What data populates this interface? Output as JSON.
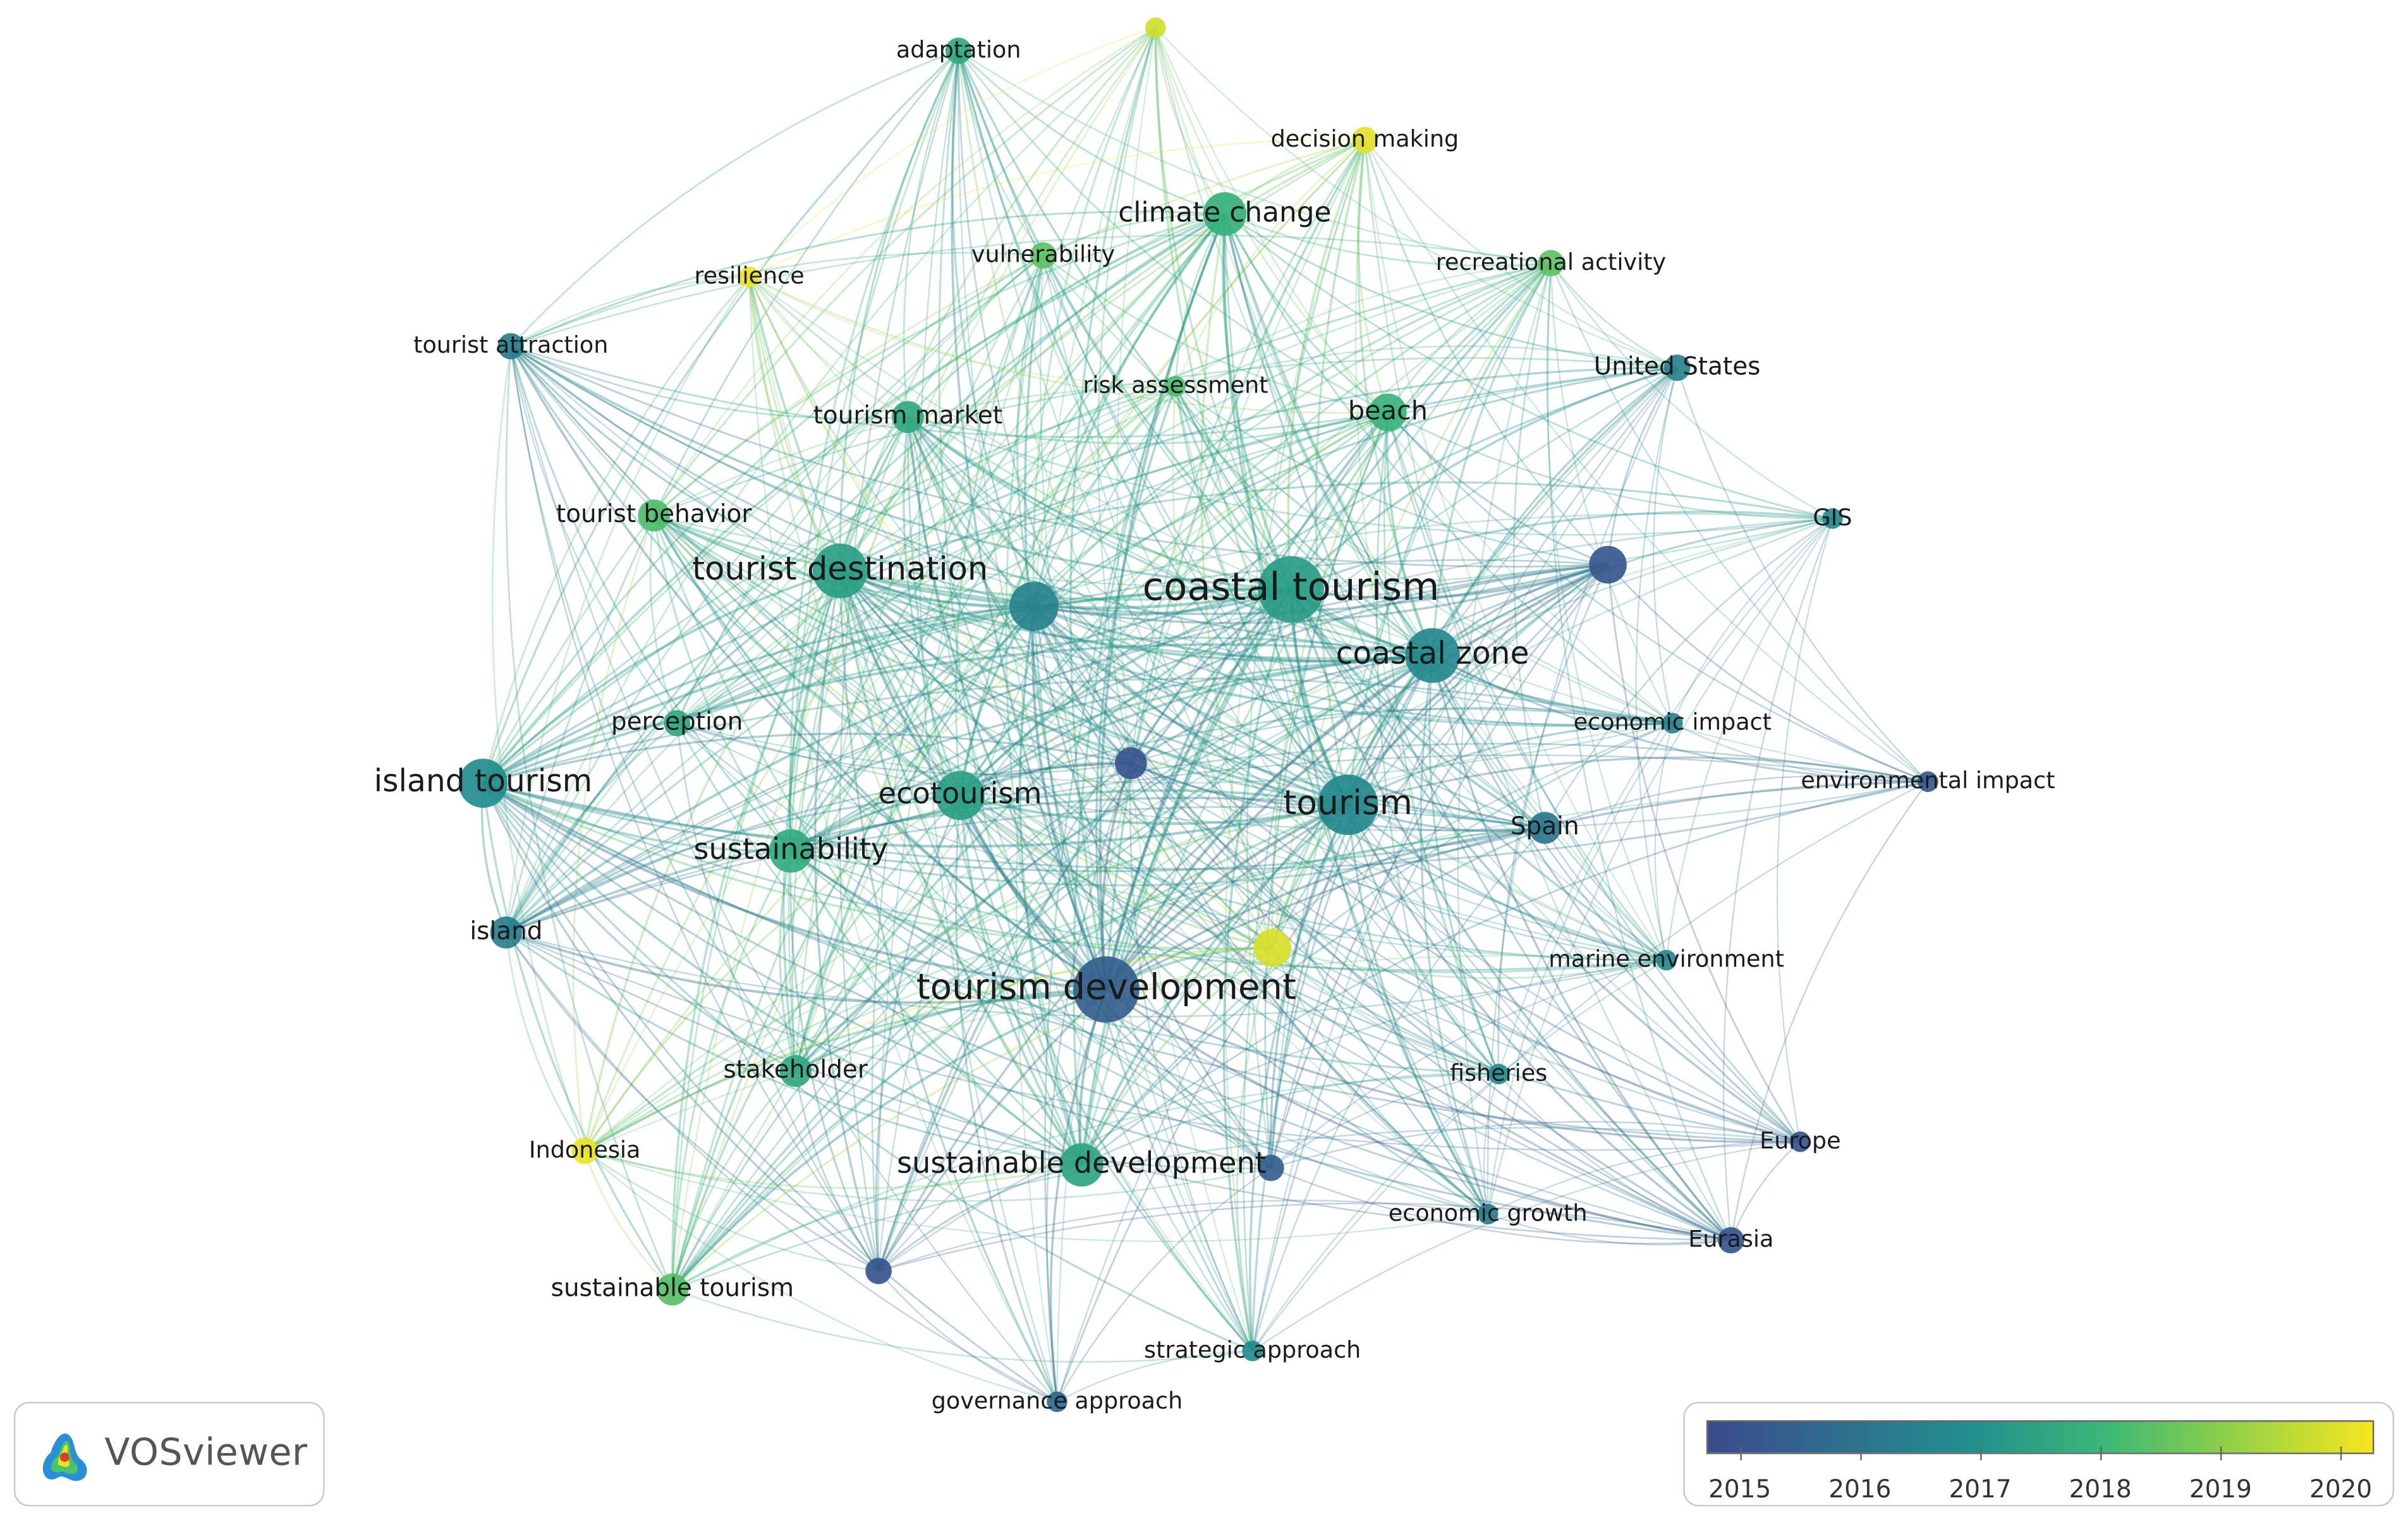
{
  "network": {
    "nodes": [
      {
        "id": "adaptation",
        "label": "adaptation",
        "year": 2017.6,
        "weight": 3
      },
      {
        "id": "n_top",
        "label": "",
        "year": 2019.6,
        "weight": 2
      },
      {
        "id": "decision_making",
        "label": "decision making",
        "year": 2019.8,
        "weight": 3
      },
      {
        "id": "climate_change",
        "label": "climate change",
        "year": 2017.8,
        "weight": 6
      },
      {
        "id": "vulnerability",
        "label": "vulnerability",
        "year": 2018.4,
        "weight": 3
      },
      {
        "id": "recreational_activity",
        "label": "recreational activity",
        "year": 2018.4,
        "weight": 3
      },
      {
        "id": "resilience",
        "label": "resilience",
        "year": 2019.9,
        "weight": 2
      },
      {
        "id": "tourist_attraction",
        "label": "tourist attraction",
        "year": 2016.4,
        "weight": 3
      },
      {
        "id": "united_states",
        "label": "United States",
        "year": 2016.6,
        "weight": 3
      },
      {
        "id": "risk_assessment",
        "label": "risk assessment",
        "year": 2018.2,
        "weight": 2
      },
      {
        "id": "tourism_market",
        "label": "tourism market",
        "year": 2017.6,
        "weight": 4
      },
      {
        "id": "beach",
        "label": "beach",
        "year": 2017.9,
        "weight": 5
      },
      {
        "id": "tourist_behavior",
        "label": "tourist behavior",
        "year": 2018.2,
        "weight": 4
      },
      {
        "id": "gis",
        "label": "GIS",
        "year": 2016.8,
        "weight": 2
      },
      {
        "id": "tourist_destination",
        "label": "tourist destination",
        "year": 2017.4,
        "weight": 8
      },
      {
        "id": "n_mid_blue",
        "label": "",
        "year": 2016.6,
        "weight": 7
      },
      {
        "id": "coastal_tourism",
        "label": "coastal tourism",
        "year": 2017.3,
        "weight": 10
      },
      {
        "id": "n_purple_right",
        "label": "",
        "year": 2015.4,
        "weight": 5
      },
      {
        "id": "coastal_zone",
        "label": "coastal zone",
        "year": 2016.8,
        "weight": 8
      },
      {
        "id": "perception",
        "label": "perception",
        "year": 2017.6,
        "weight": 3
      },
      {
        "id": "economic_impact",
        "label": "economic impact",
        "year": 2016.6,
        "weight": 2
      },
      {
        "id": "n_purple_center",
        "label": "",
        "year": 2015.3,
        "weight": 4
      },
      {
        "id": "island_tourism",
        "label": "island tourism",
        "year": 2016.9,
        "weight": 7
      },
      {
        "id": "environmental_impact",
        "label": "environmental impact",
        "year": 2015.4,
        "weight": 2
      },
      {
        "id": "ecotourism",
        "label": "ecotourism",
        "year": 2017.4,
        "weight": 7
      },
      {
        "id": "tourism",
        "label": "tourism",
        "year": 2016.8,
        "weight": 9
      },
      {
        "id": "sustainability",
        "label": "sustainability",
        "year": 2017.7,
        "weight": 6
      },
      {
        "id": "spain",
        "label": "Spain",
        "year": 2016.2,
        "weight": 4
      },
      {
        "id": "island",
        "label": "island",
        "year": 2016.5,
        "weight": 4
      },
      {
        "id": "n_yellow_center",
        "label": "",
        "year": 2019.7,
        "weight": 5
      },
      {
        "id": "marine_environment",
        "label": "marine environment",
        "year": 2016.8,
        "weight": 2
      },
      {
        "id": "tourism_development",
        "label": "tourism development",
        "year": 2015.6,
        "weight": 10
      },
      {
        "id": "stakeholder",
        "label": "stakeholder",
        "year": 2017.6,
        "weight": 4
      },
      {
        "id": "fisheries",
        "label": "fisheries",
        "year": 2016.9,
        "weight": 2
      },
      {
        "id": "indonesia",
        "label": "Indonesia",
        "year": 2019.9,
        "weight": 3
      },
      {
        "id": "europe",
        "label": "Europe",
        "year": 2015.3,
        "weight": 2
      },
      {
        "id": "sustainable_development",
        "label": "sustainable development",
        "year": 2017.5,
        "weight": 6
      },
      {
        "id": "n_purple_sd",
        "label": "",
        "year": 2015.6,
        "weight": 3
      },
      {
        "id": "economic_growth",
        "label": "economic growth",
        "year": 2016.3,
        "weight": 2
      },
      {
        "id": "eurasia",
        "label": "Eurasia",
        "year": 2015.3,
        "weight": 3
      },
      {
        "id": "sustainable_tourism",
        "label": "sustainable tourism",
        "year": 2018.3,
        "weight": 4
      },
      {
        "id": "n_purple_low",
        "label": "",
        "year": 2015.3,
        "weight": 3
      },
      {
        "id": "strategic_approach",
        "label": "strategic approach",
        "year": 2016.9,
        "weight": 2
      },
      {
        "id": "governance_approach",
        "label": "governance approach",
        "year": 2015.9,
        "weight": 2
      }
    ]
  },
  "branding": {
    "logo_text": "VOSviewer"
  },
  "legend": {
    "year_labels": [
      "2015",
      "2016",
      "2017",
      "2018",
      "2019",
      "2020"
    ],
    "color_stops": [
      "#3b4a8c",
      "#2f6e8e",
      "#21908d",
      "#3bb877",
      "#98d245",
      "#f4e61f"
    ]
  }
}
